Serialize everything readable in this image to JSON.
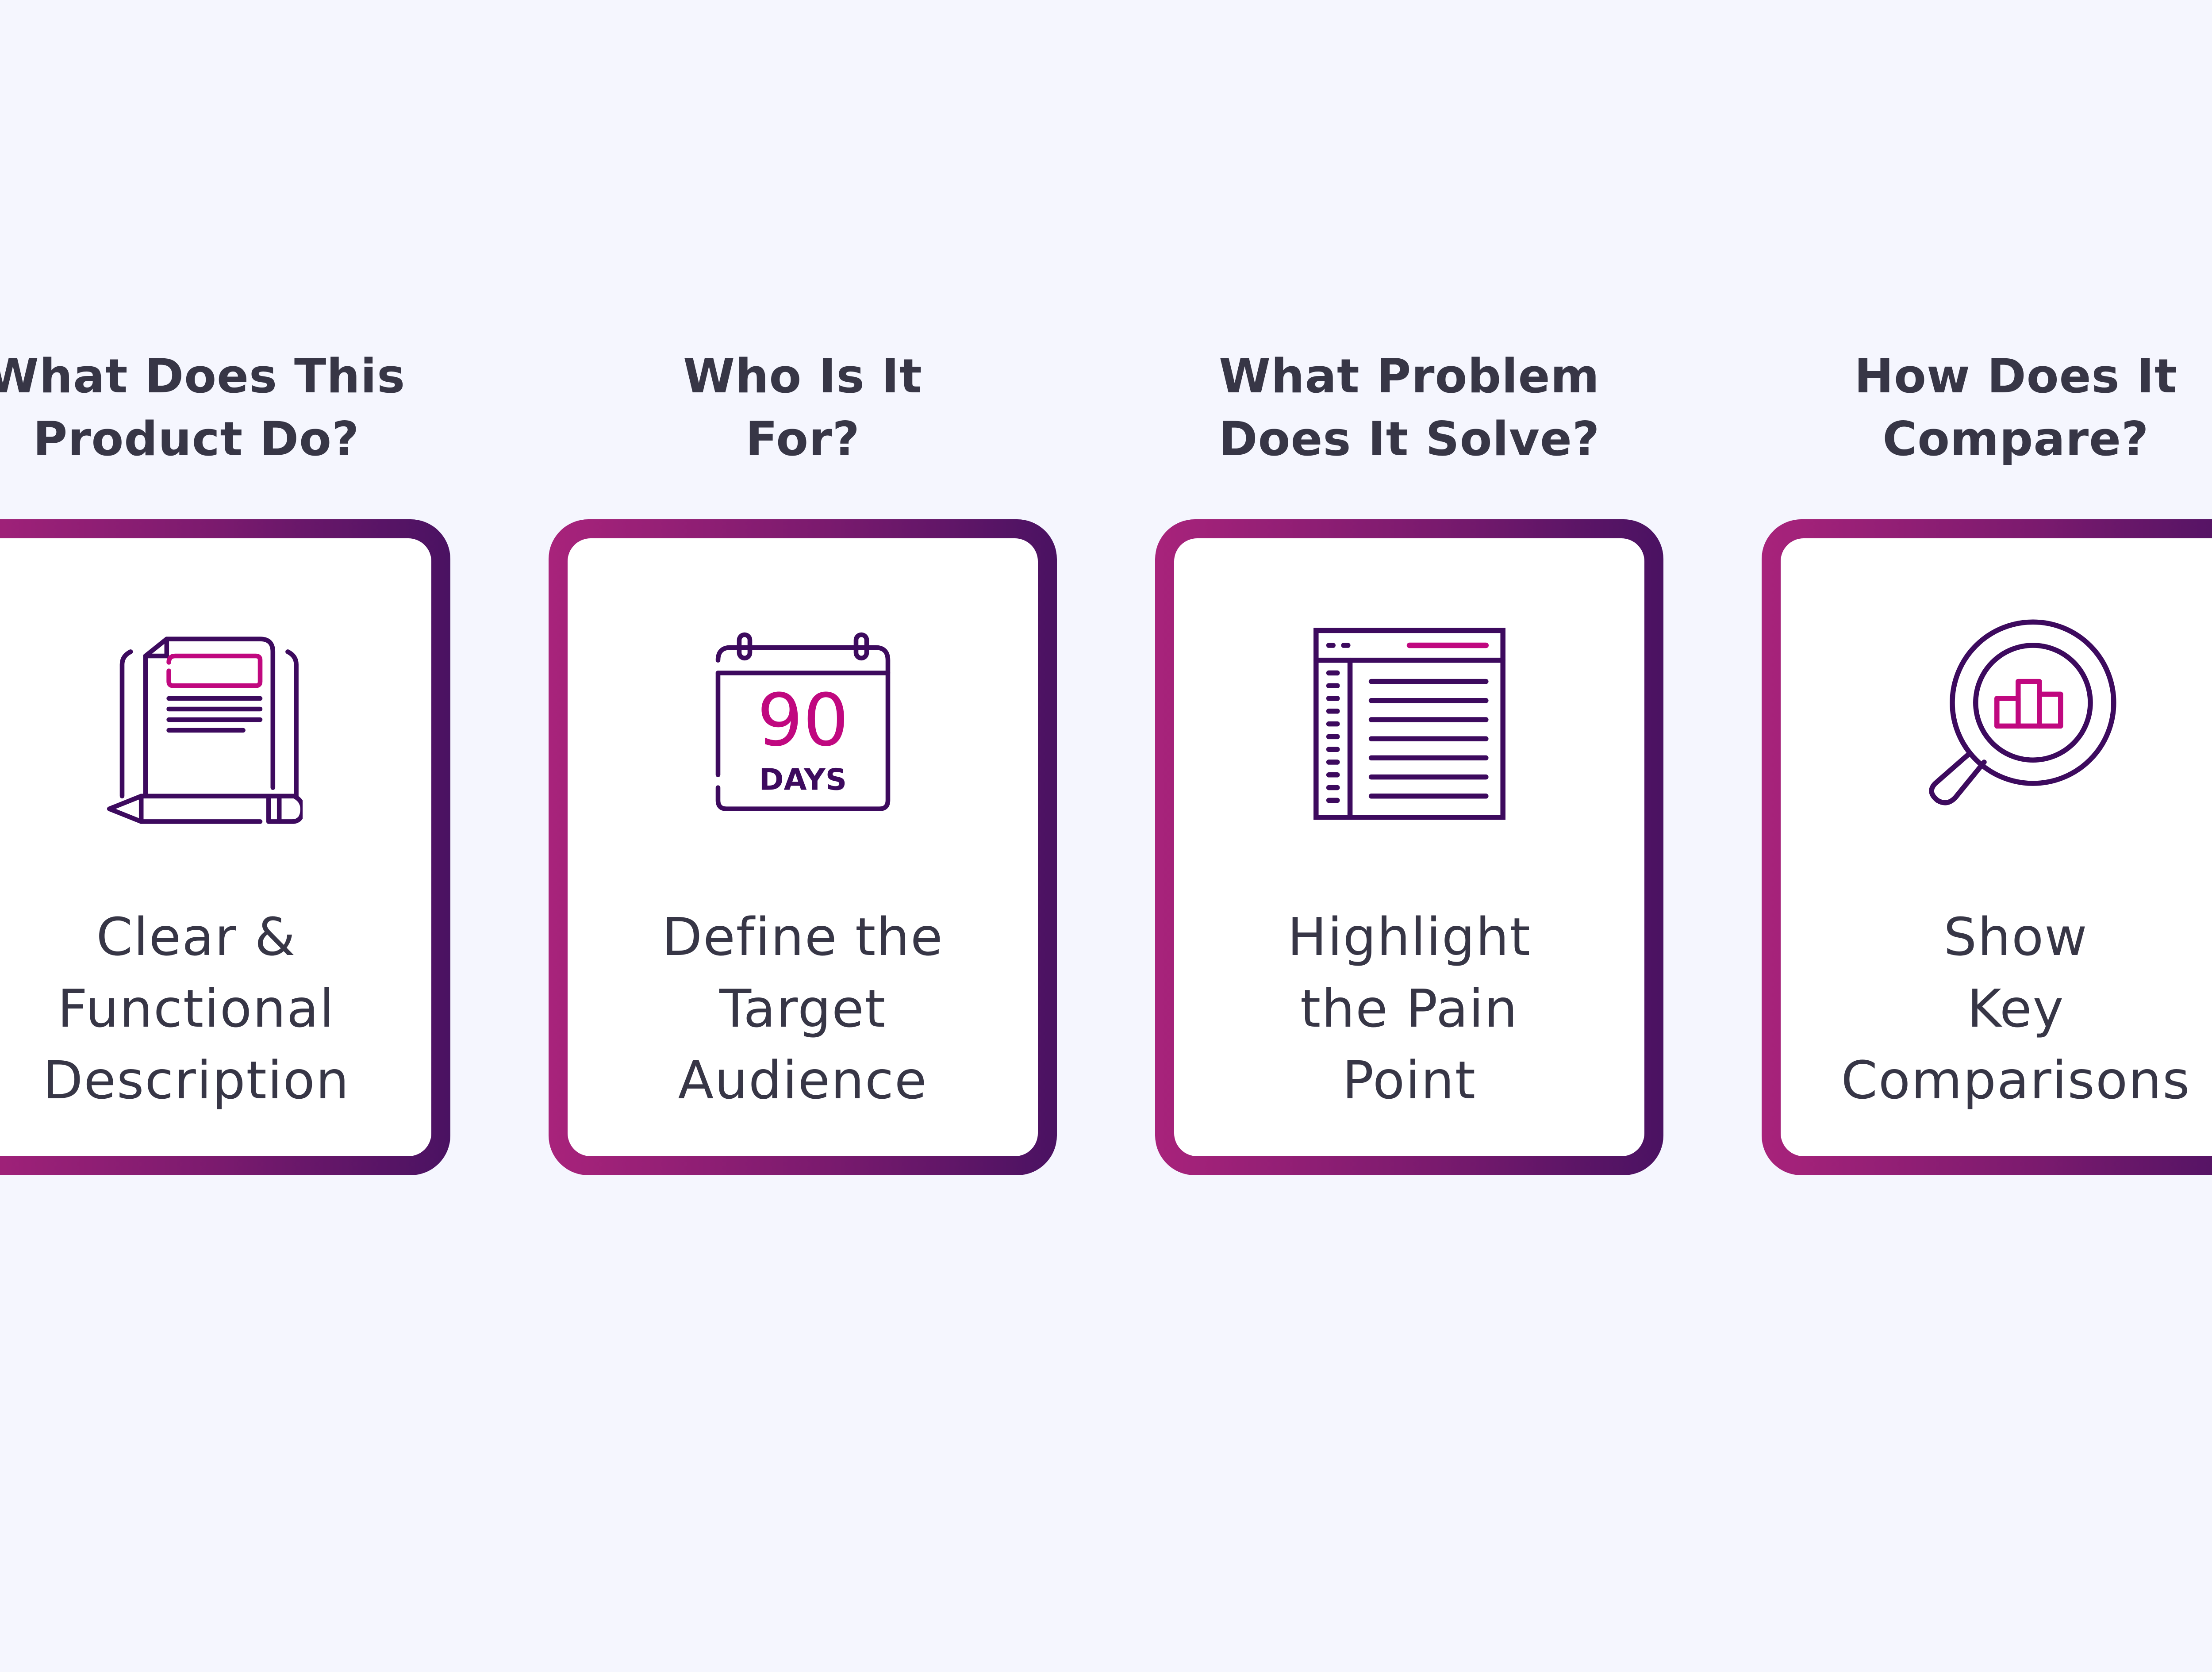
{
  "colors": {
    "background": "#f5f6fe",
    "border_start": "#a8237b",
    "border_end": "#4a1262",
    "icon_primary": "#3d0a5e",
    "icon_accent": "#c0087f",
    "text": "#373646"
  },
  "cards": [
    {
      "question": [
        "What Does This",
        "Product Do?"
      ],
      "icon": "document-pencil-icon",
      "answer": [
        "Clear &",
        "Functional",
        "Description"
      ]
    },
    {
      "question": [
        "Who Is It",
        "For?"
      ],
      "icon": "calendar-90-days-icon",
      "icon_text": {
        "number": "90",
        "label": "DAYS"
      },
      "answer": [
        "Define the",
        "Target",
        "Audience"
      ]
    },
    {
      "question": [
        "What Problem",
        "Does It Solve?"
      ],
      "icon": "browser-list-icon",
      "answer": [
        "Highlight",
        "the Pain",
        "Point"
      ]
    },
    {
      "question": [
        "How Does It",
        "Compare?"
      ],
      "icon": "magnifier-chart-icon",
      "answer": [
        "Show",
        "Key",
        "Comparisons"
      ]
    }
  ]
}
